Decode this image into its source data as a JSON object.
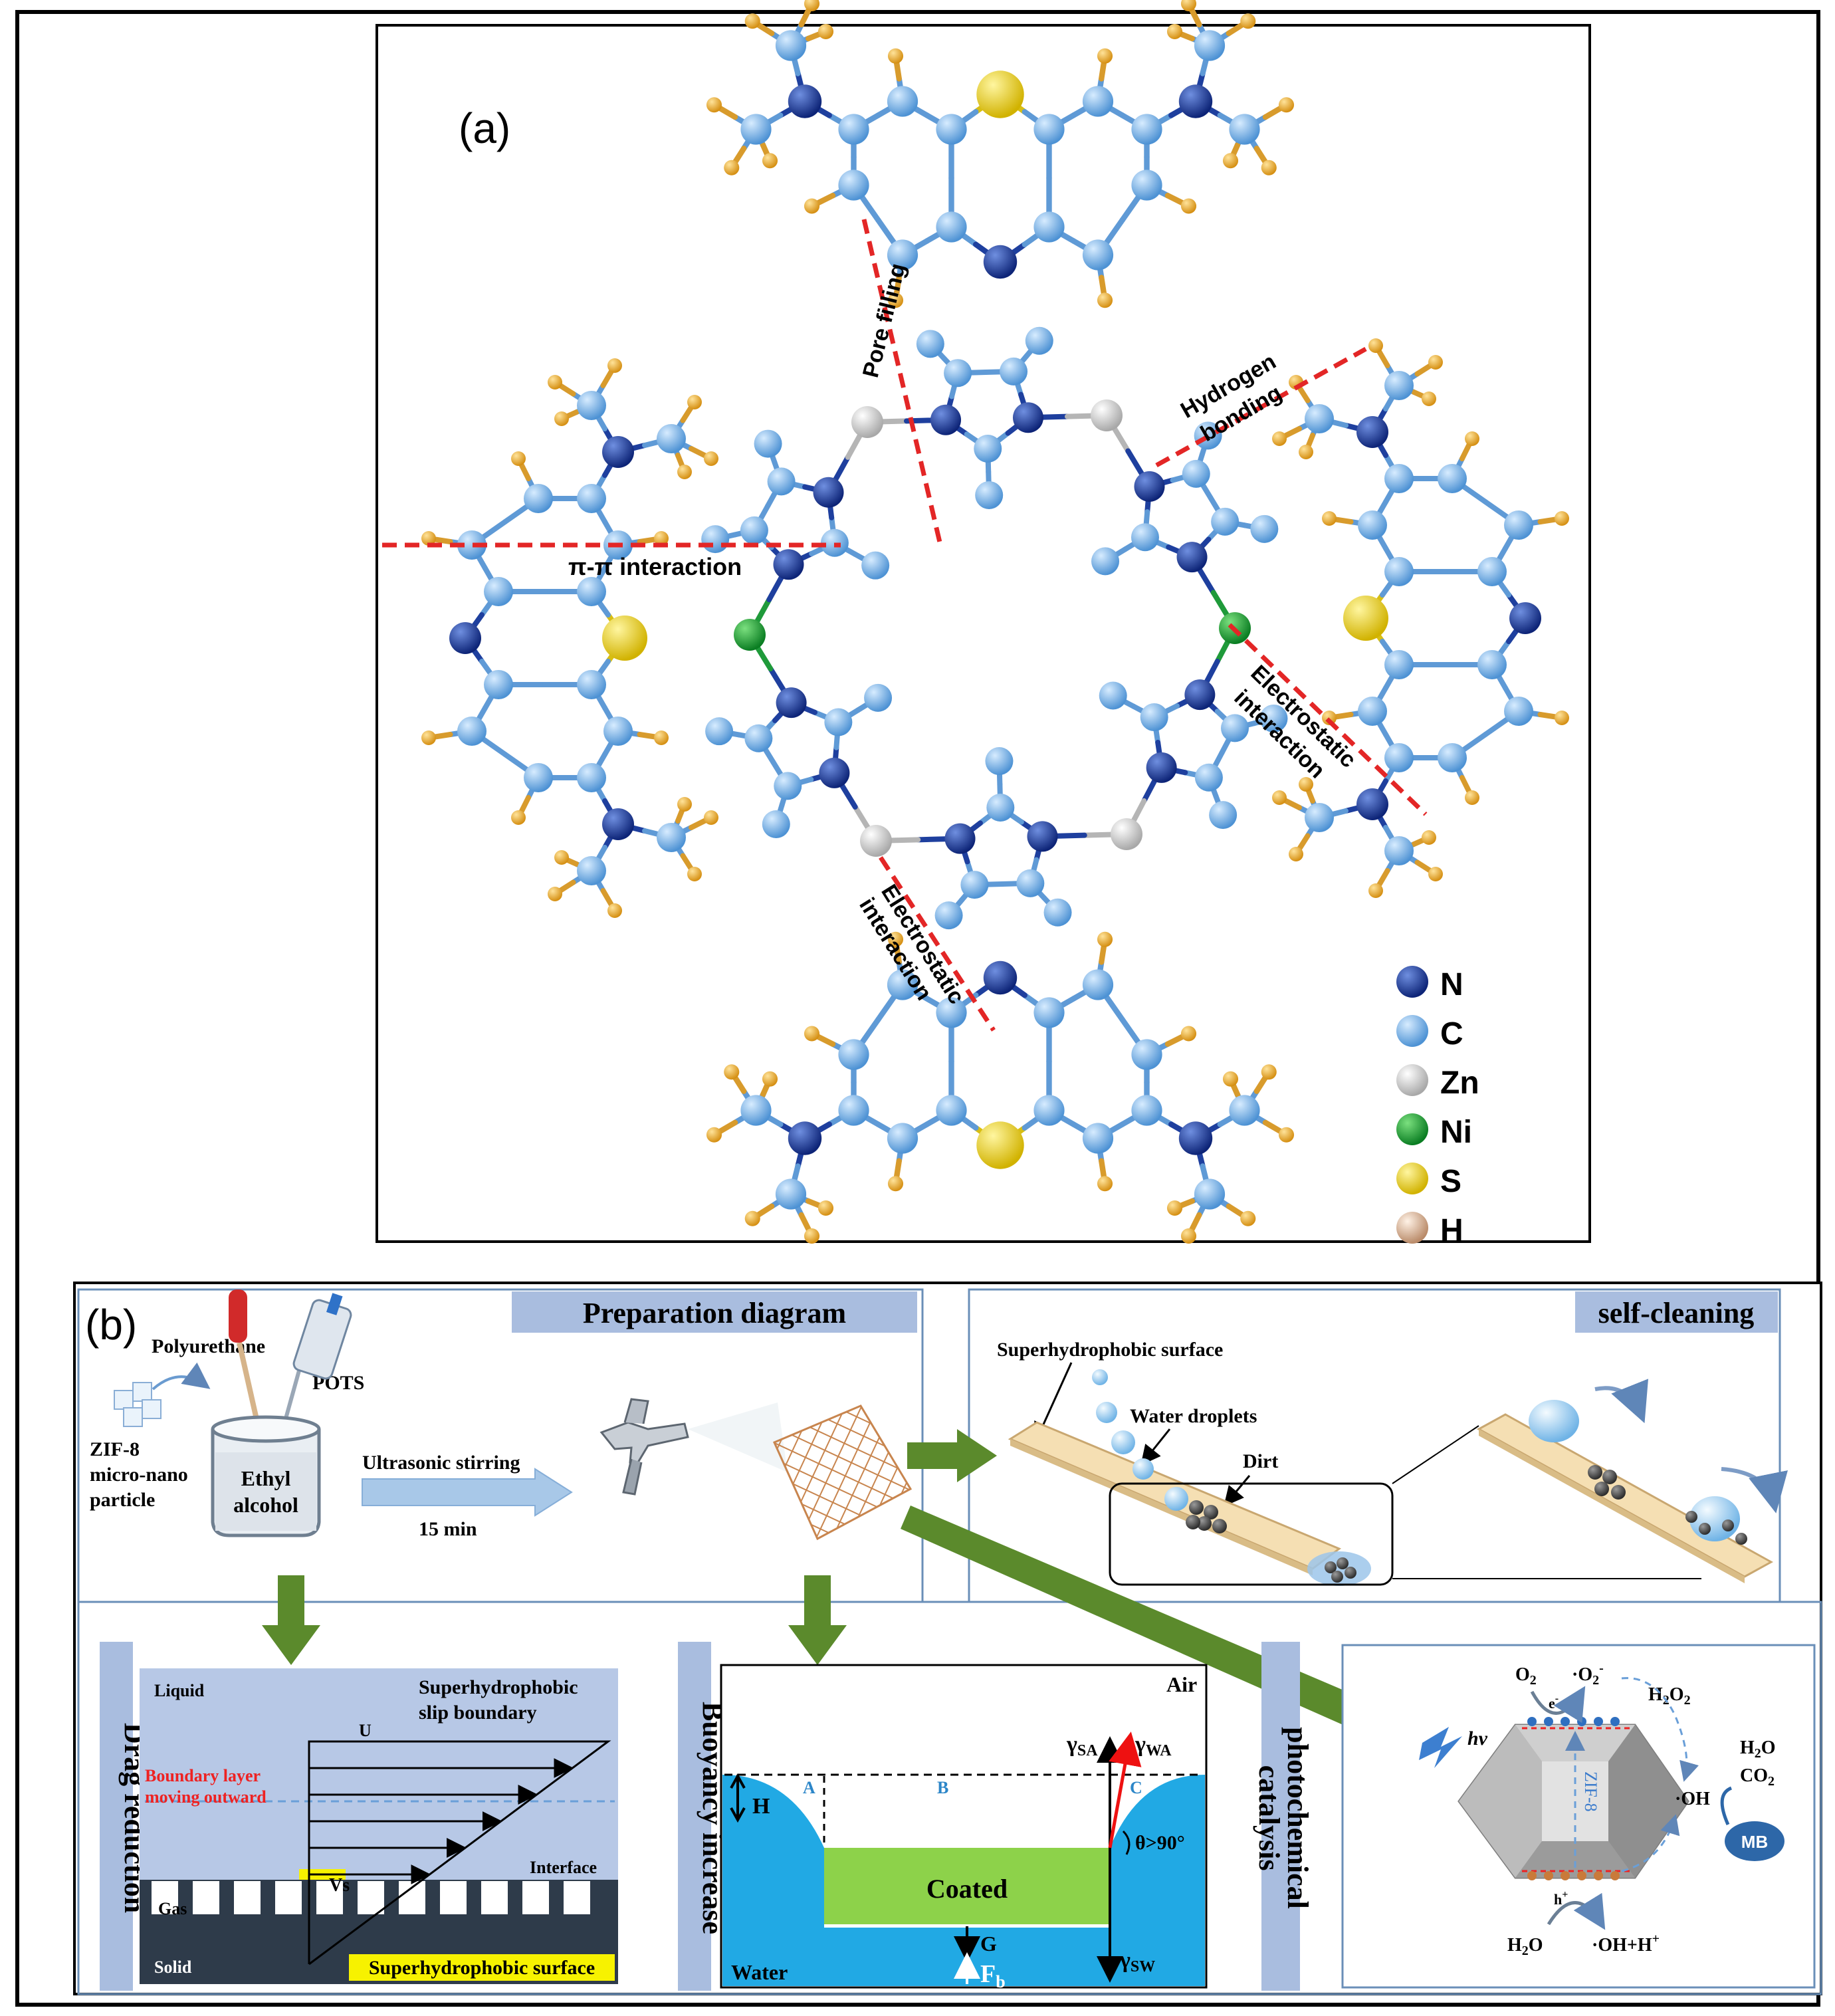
{
  "panel_a": {
    "label": "(a)",
    "interactions": {
      "pore_filling": "Pore filling",
      "hydrogen_1": "Hydrogen",
      "hydrogen_2": "bonding",
      "pi_pi": "π-π interaction",
      "electro_right_1": "Electrostatic",
      "electro_right_2": "interaction",
      "electro_bottom_1": "Electrostatic",
      "electro_bottom_2": "interaction"
    },
    "legend": [
      {
        "symbol": "N",
        "color": "#14319a"
      },
      {
        "symbol": "C",
        "color": "#6aaee8"
      },
      {
        "symbol": "Zn",
        "color": "#d4d4d4"
      },
      {
        "symbol": "Ni",
        "color": "#17a032"
      },
      {
        "symbol": "S",
        "color": "#f2d600"
      },
      {
        "symbol": "H",
        "color": "#dcb79a"
      }
    ],
    "colors": {
      "N": "#14319a",
      "C": "#6aaee8",
      "Zn": "#d4d4d4",
      "Ni": "#17a032",
      "S": "#f2d600",
      "H": "#f1ae28",
      "dash": "#e32626"
    }
  },
  "panel_b": {
    "label": "(b)",
    "preparation": {
      "title": "Preparation diagram",
      "polyurethane": "Polyurethane",
      "pots": "POTS",
      "zif_1": "ZIF-8",
      "zif_2": "micro-nano",
      "zif_3": "particle",
      "beaker_1": "Ethyl",
      "beaker_2": "alcohol",
      "ultrasonic": "Ultrasonic stirring",
      "time": "15 min"
    },
    "self_cleaning": {
      "title": "self-cleaning",
      "surface": "Superhydrophobic surface",
      "droplets": "Water droplets",
      "dirt": "Dirt"
    },
    "drag": {
      "title": "Drag reduction",
      "liquid": "Liquid",
      "slip_1": "Superhydrophobic",
      "slip_2": "slip boundary",
      "u": "U",
      "boundary_1": "Boundary layer",
      "boundary_2": "moving outward",
      "vs": "Vs",
      "interface": "Interface",
      "gas": "Gas",
      "solid": "Solid",
      "surface": "Superhydrophobic surface"
    },
    "buoyancy": {
      "title": "Buoyancy increase",
      "air": "Air",
      "gamma": "γ",
      "sa": "SA",
      "wa": "WA",
      "sw": "SW",
      "a": "A",
      "b": "B",
      "c": "C",
      "h": "H",
      "angle": "θ>90°",
      "coated": "Coated",
      "g": "G",
      "f": "F",
      "fsub": "b",
      "water": "Water"
    },
    "photo": {
      "title_1": "photochemical",
      "title_2": "catalysis",
      "o2": "O",
      "o2_sub": "2",
      "o2_rad": "·O",
      "o2_rad_sub": "2",
      "o2_rad_sup": "-",
      "e": "e",
      "e_sup": "-",
      "h2o2": "H",
      "h2o2_sub1": "2",
      "h2o2_mid": "O",
      "h2o2_sub2": "2",
      "hv": "hν",
      "zif": "ZIF-8",
      "oh": "·OH",
      "h2o_p": "H",
      "h2o_p_sub": "2",
      "h2o_p_end": "O",
      "co2": "CO",
      "co2_sub": "2",
      "mb": "MB",
      "hplus": "h",
      "hplus_sup": "+",
      "h2o": "H",
      "h2o_sub": "2",
      "h2o_end": "O",
      "oh_h": "·OH+H",
      "oh_h_sup": "+"
    },
    "colors": {
      "header": "#a9bddf",
      "arrow": "#5b8a2c",
      "frame": "#6a8fb8"
    }
  }
}
